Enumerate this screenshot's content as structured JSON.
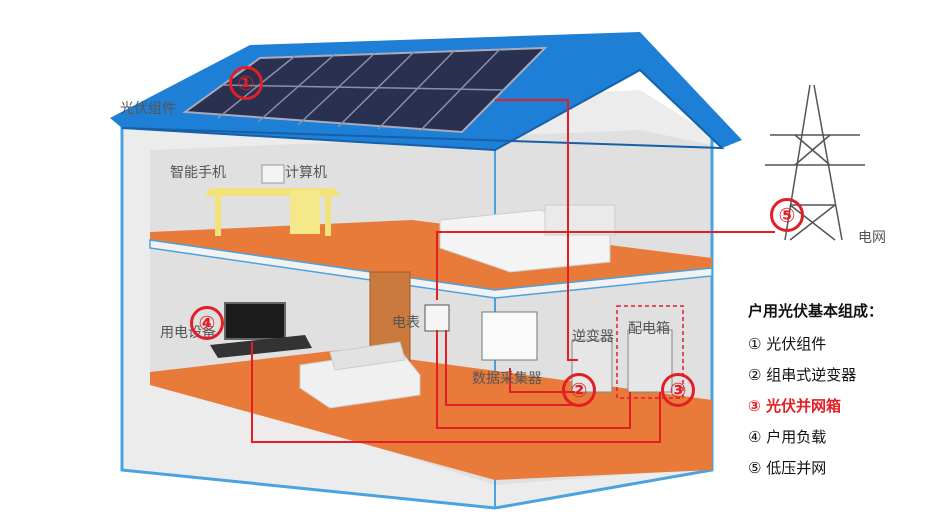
{
  "labels": {
    "pv_module": "光伏组件",
    "smartphone": "智能手机",
    "computer": "计算机",
    "grid": "电网",
    "meter": "电表",
    "load_device": "用电设备",
    "inverter": "逆变器",
    "distribution_box": "配电箱",
    "data_collector": "数据采集器"
  },
  "markers": [
    "①",
    "②",
    "③",
    "④",
    "⑤"
  ],
  "legend": {
    "title": "户用光伏基本组成：",
    "items": [
      {
        "num": "①",
        "text": "光伏组件"
      },
      {
        "num": "②",
        "text": "组串式逆变器"
      },
      {
        "num": "③",
        "text": "光伏并网箱"
      },
      {
        "num": "④",
        "text": "户用负载"
      },
      {
        "num": "⑤",
        "text": "低压并网"
      }
    ]
  },
  "colors": {
    "roof": "#1e7fd6",
    "wire": "#e31e24",
    "floor": "#e87a3a",
    "house_line": "#4aa3df"
  }
}
